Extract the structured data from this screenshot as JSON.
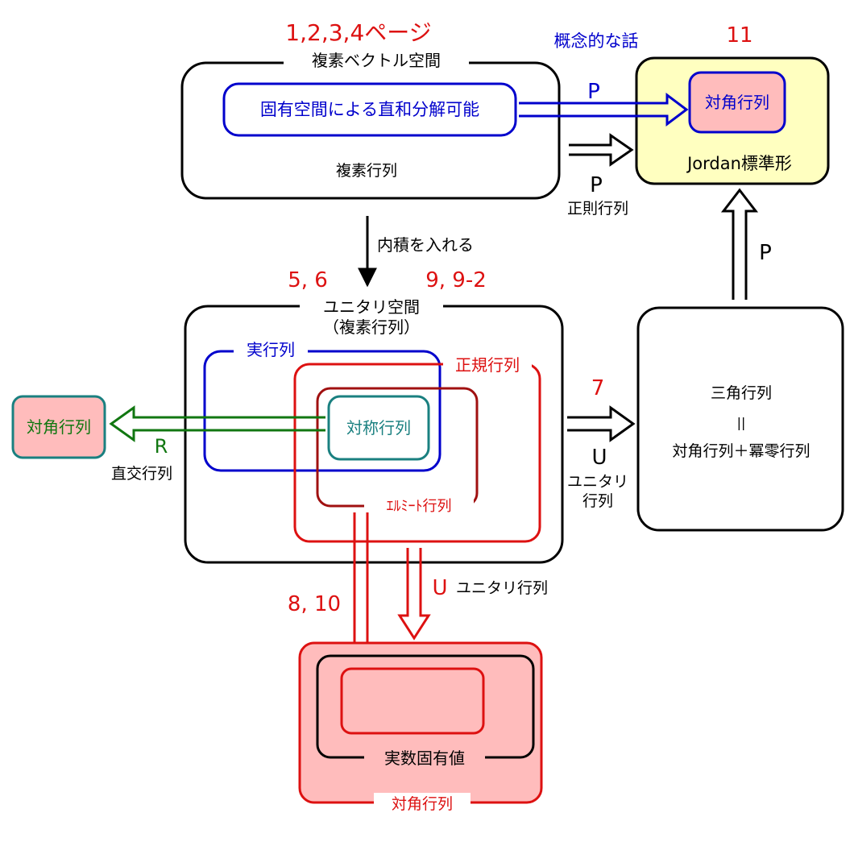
{
  "colors": {
    "black": "#000000",
    "red": "#dd1111",
    "blue": "#0000cc",
    "green": "#117711",
    "teal": "#1a8080",
    "darkred": "#a01010",
    "pink": "#ffbcbc",
    "yellow": "#ffffc0"
  },
  "page_numbers": {
    "complex_space": "1,2,3,4ページ",
    "jordan": "11",
    "unitary_left": "5, 6",
    "unitary_right": "9, 9-2",
    "triangular": "7",
    "eigen": "8, 10"
  },
  "complex_space": {
    "title": "複素ベクトル空間",
    "inner_box": "固有空間による直和分解可能",
    "matrix": "複素行列"
  },
  "conceptual": "概念的な話",
  "jordan": {
    "diag": "対角行列",
    "label": "Jordan標準形"
  },
  "arrows": {
    "p_top": "P",
    "p_mid": "P",
    "p_mid_sub": "正則行列",
    "p_right": "P",
    "inner_product": "内積を入れる",
    "u_right": "U",
    "u_right_sub1": "ユニタリ",
    "u_right_sub2": "行列",
    "u_down": "U",
    "u_down_sub": "ユニタリ行列",
    "r_left": "R",
    "r_left_sub": "直交行列"
  },
  "unitary_space": {
    "title": "ユニタリ空間",
    "subtitle": "（複素行列）",
    "real": "実行列",
    "normal": "正規行列",
    "symmetric": "対称行列",
    "hermitian": "ｴﾙﾐｰﾄ行列"
  },
  "left_diag": "対角行列",
  "triangular": {
    "line1": "三角行列",
    "eq": "||",
    "line2": "対角行列＋冪零行列"
  },
  "eigen": {
    "real_eigen": "実数固有値",
    "diag": "対角行列"
  }
}
